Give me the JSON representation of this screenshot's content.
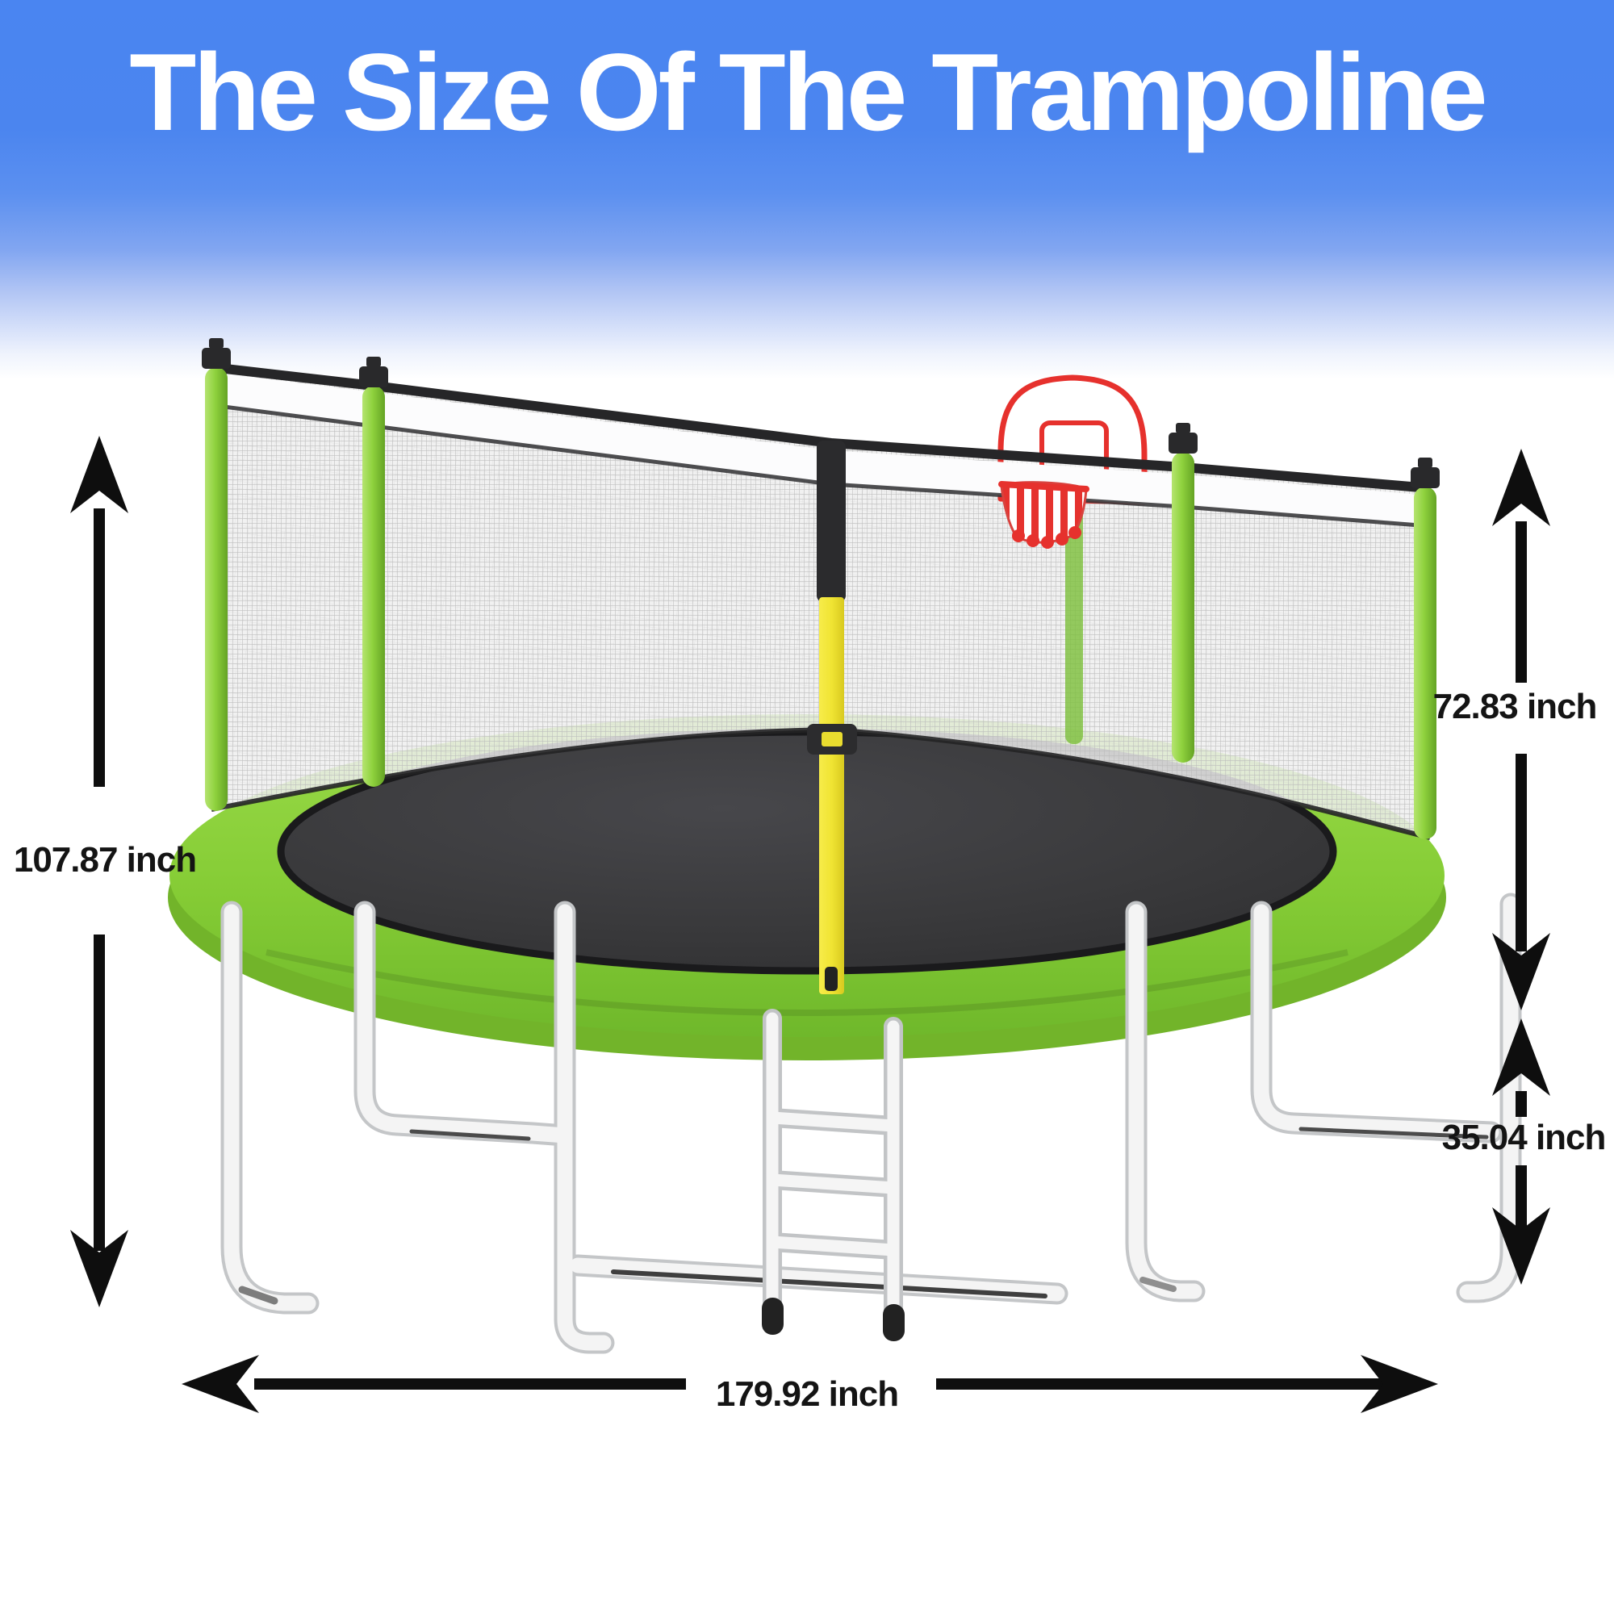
{
  "title": "The Size Of The Trampoline",
  "dimensions": {
    "total_height": "107.87 inch",
    "net_height": "72.83 inch",
    "frame_height": "35.04 inch",
    "diameter": "179.92 inch"
  },
  "colors": {
    "header_blue": "#4A85F1",
    "frame_pad_green": "#8CCE3C",
    "pole_green": "#8FD23D",
    "mat_gray": "#3A3A3C",
    "net_gray": "#EFEFEF",
    "zipper_yellow": "#F0E433",
    "hoop_red": "#E6312D",
    "chrome_leg": "#F2F2F2",
    "arrow_black": "#0E0E0E"
  },
  "illustration": {
    "parts": [
      "safety-net",
      "enclosure-poles",
      "basketball-hoop",
      "frame-pad",
      "jumping-mat",
      "zipper-entrance-pole",
      "chrome-legs",
      "ladder"
    ]
  }
}
